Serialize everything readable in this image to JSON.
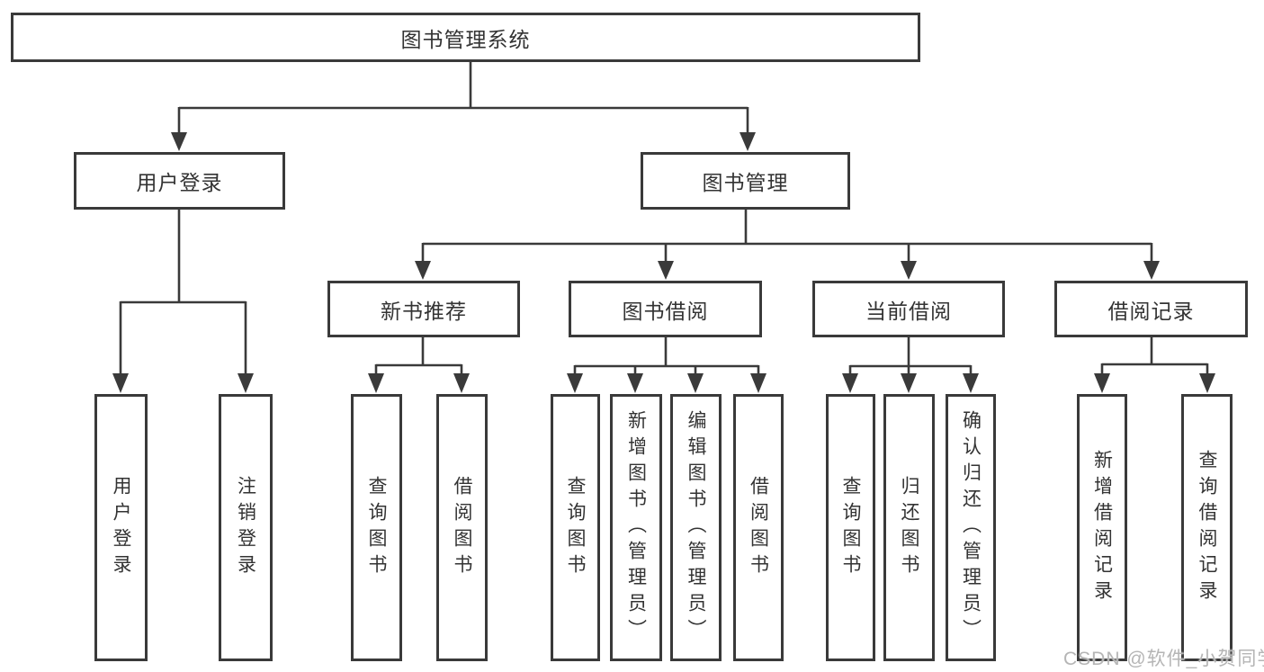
{
  "diagram": {
    "root": {
      "label": "图书管理系统"
    },
    "level2": [
      {
        "label": "用户登录"
      },
      {
        "label": "图书管理"
      }
    ],
    "level3": [
      {
        "label": "新书推荐"
      },
      {
        "label": "图书借阅"
      },
      {
        "label": "当前借阅"
      },
      {
        "label": "借阅记录"
      }
    ],
    "leaves": [
      {
        "label": "用户登录",
        "parent": "用户登录"
      },
      {
        "label": "注销登录",
        "parent": "用户登录"
      },
      {
        "label": "查询图书",
        "parent": "新书推荐"
      },
      {
        "label": "借阅图书",
        "parent": "新书推荐"
      },
      {
        "label": "查询图书",
        "parent": "图书借阅"
      },
      {
        "label": "新增图书（管理员）",
        "parent": "图书借阅"
      },
      {
        "label": "编辑图书（管理员）",
        "parent": "图书借阅"
      },
      {
        "label": "借阅图书",
        "parent": "图书借阅"
      },
      {
        "label": "查询图书",
        "parent": "当前借阅"
      },
      {
        "label": "归还图书",
        "parent": "当前借阅"
      },
      {
        "label": "确认归还（管理员）",
        "parent": "当前借阅"
      },
      {
        "label": "新增借阅记录",
        "parent": "借阅记录"
      },
      {
        "label": "查询借阅记录",
        "parent": "借阅记录"
      }
    ]
  },
  "watermark": {
    "text": "CSDN @软件_小贺同学"
  },
  "colors": {
    "line": "#3a3a3a",
    "text": "#333333",
    "box_bg": "#ffffff",
    "watermark": "#b5b5b5",
    "background": "#ffffff"
  }
}
